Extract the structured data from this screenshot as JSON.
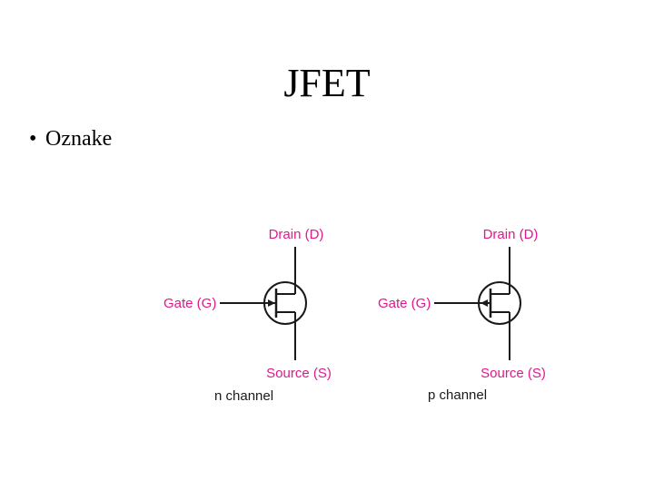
{
  "title": "JFET",
  "bullets": [
    {
      "marker": "•",
      "text": "Oznake"
    },
    {
      "marker": "",
      "text": ""
    }
  ],
  "symbols": [
    {
      "channel": "n channel",
      "drain": "Drain (D)",
      "gate": "Gate (G)",
      "source": "Source (S)",
      "arrow_direction": "in"
    },
    {
      "channel": "p channel",
      "drain": "Drain (D)",
      "gate": "Gate (G)",
      "source": "Source (S)",
      "arrow_direction": "out"
    }
  ],
  "colors": {
    "terminal_label": "#e0198a",
    "channel_label": "#1a1a1a",
    "symbol_stroke": "#1a1a1a"
  }
}
